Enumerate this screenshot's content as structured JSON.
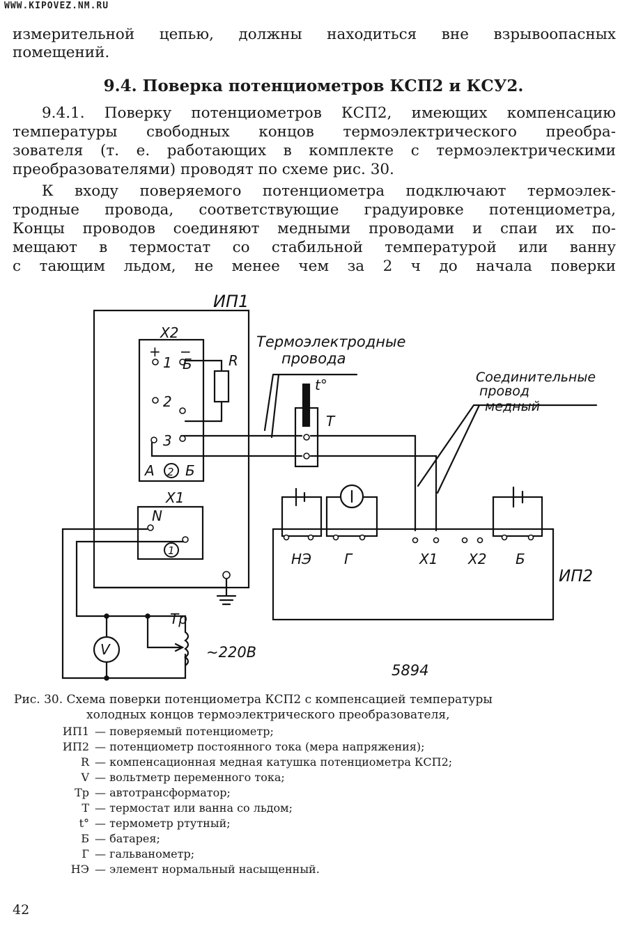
{
  "watermark": "WWW.KIPOVEZ.NM.RU",
  "intro_lines": [
    "измерительной цепью, должны находиться вне взрывоопасных",
    "помещений."
  ],
  "heading": "9.4. Поверка потенциометров КСП2 и КСУ2.",
  "para1_lines": [
    "9.4.1. Поверку потенциометров КСП2, имеющих компенсацию",
    "температуры свободных концов термоэлектрического преобра-",
    "зователя (т. е. работающих в комплекте с термоэлектрическими",
    "преобразователями) проводят по схеме рис. 30."
  ],
  "para2_lines": [
    "К входу поверяемого потенциометра подключают термоэлек-",
    "тродные провода, соответствующие градуировке потенциометра,",
    "Концы проводов соединяют медными проводами и спаи их по-",
    "мещают в термостат со стабильной температурой или ванну",
    "с тающим льдом, не менее чем за 2 ч до начала поверки"
  ],
  "diagram": {
    "ip1": "ИП1",
    "x2": "X2",
    "plus": "+",
    "minus": "−",
    "t1": "1",
    "t2": "2",
    "t3": "3",
    "b": "Б",
    "a": "А",
    "circ2": "2",
    "r": "R",
    "thermo_wire_1": "Термоэлектродные",
    "thermo_wire_2": "провода",
    "tdeg": "t°",
    "t": "T",
    "conn_1": "Соединительные",
    "conn_2": "провод",
    "conn_3": "медный",
    "x1": "X1",
    "n": "N",
    "circ1": "1",
    "ne": "НЭ",
    "g": "Г",
    "ip2_x1": "X1",
    "ip2_x2": "X2",
    "ip2_b": "Б",
    "ip2": "ИП2",
    "tp": "Тр",
    "v": "V",
    "volt": "~220В",
    "num": "5894"
  },
  "caption_lines": [
    "Рис. 30. Схема поверки потенциометра КСП2 с компенсацией температуры",
    "холодных концов термоэлектрического преобразователя,"
  ],
  "legend": [
    {
      "key": "ИП1",
      "text": "— поверяемый потенциометр;"
    },
    {
      "key": "ИП2",
      "text": "— потенциометр постоянного тока (мера напряжения);"
    },
    {
      "key": "R",
      "text": "— компенсационная медная катушка потенциометра КСП2;"
    },
    {
      "key": "V",
      "text": "— вольтметр переменного тока;"
    },
    {
      "key": "Тр",
      "text": "— автотрансформатор;"
    },
    {
      "key": "Т",
      "text": "— термостат или ванна со льдом;"
    },
    {
      "key": "t°",
      "text": "— термометр ртутный;"
    },
    {
      "key": "Б",
      "text": "— батарея;"
    },
    {
      "key": "Г",
      "text": "— гальванометр;"
    },
    {
      "key": "НЭ",
      "text": "— элемент нормальный насыщенный."
    }
  ],
  "page_number": "42"
}
